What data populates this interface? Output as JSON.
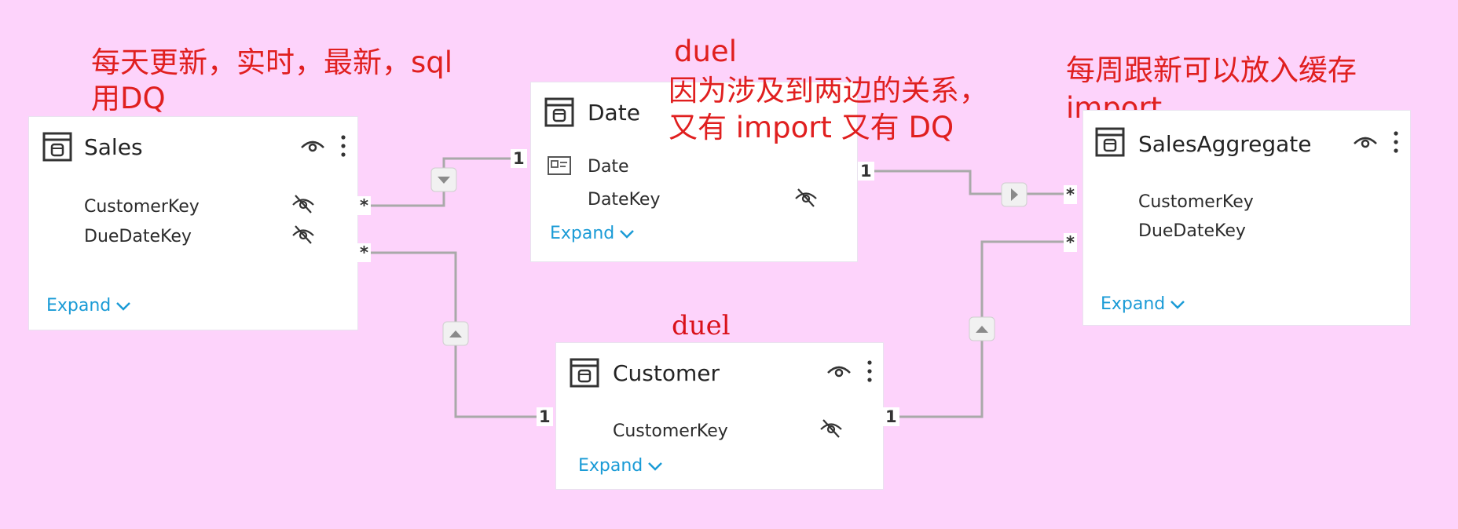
{
  "annotations": {
    "sales_note_line1": "每天更新，实时，最新，sql",
    "sales_note_line2": "用DQ",
    "date_note_top": "duel",
    "date_note_line1": "因为涉及到两边的关系，",
    "date_note_line2": "又有 import 又有 DQ",
    "agg_note_line1": "每周跟新可以放入缓存",
    "agg_note_line2": "import",
    "customer_note": "duel"
  },
  "tables": {
    "sales": {
      "title": "Sales",
      "fields": [
        "CustomerKey",
        "DueDateKey"
      ],
      "expand_label": "Expand"
    },
    "date": {
      "title": "Date",
      "fields": [
        "Date",
        "DateKey"
      ],
      "expand_label": "Expand"
    },
    "customer": {
      "title": "Customer",
      "fields": [
        "CustomerKey"
      ],
      "expand_label": "Expand"
    },
    "sales_aggregate": {
      "title": "SalesAggregate",
      "fields": [
        "CustomerKey",
        "DueDateKey"
      ],
      "expand_label": "Expand"
    }
  },
  "relationships": {
    "sales_date": {
      "many": "*",
      "one": "1"
    },
    "date_aggregate": {
      "one": "1",
      "many": "*"
    },
    "sales_customer": {
      "many": "*",
      "one": "1"
    },
    "customer_aggregate": {
      "one": "1",
      "many": "*"
    }
  },
  "icons": {
    "table": "table-icon",
    "visibility": "eye-icon",
    "hidden": "eye-slash-icon",
    "more": "more-vertical-icon",
    "expand": "chevron-down-icon",
    "date_field": "calendar-field-icon",
    "filter_direction": "filter-arrow-icon"
  },
  "colors": {
    "background": "#fdd3fb",
    "annotation": "#e01f1f",
    "link": "#1a9bd6",
    "connector": "#a0a0a0"
  }
}
